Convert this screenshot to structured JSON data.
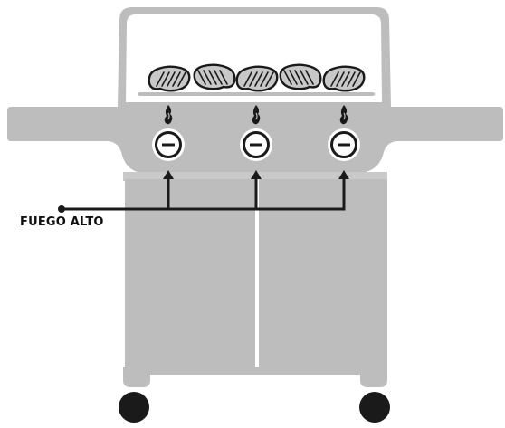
{
  "label": {
    "text": "FUEGO ALTO"
  },
  "colors": {
    "body": "#bdbdbd",
    "body_light": "#c9c9c9",
    "outline": "#ffffff",
    "ink": "#1a1a1a",
    "knob_fill": "#ffffff",
    "meat_fill": "#c8c8c8",
    "wheel": "#1a1a1a"
  },
  "icons": {
    "steak": "steak-icon",
    "flame": "flame-icon",
    "knob": "knob-icon",
    "wheel": "wheel-icon"
  },
  "grill": {
    "steak_count": 5,
    "burner_count": 3,
    "knob_setting": "high"
  }
}
